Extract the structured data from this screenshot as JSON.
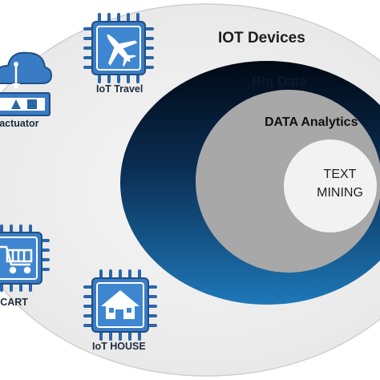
{
  "title": "IOT Devices",
  "rings": {
    "outer": "Big Data",
    "middle": "DATA Analytics",
    "inner_line1": "TEXT",
    "inner_line2": "MINING"
  },
  "devices": {
    "actuator": "IoT actuator",
    "travel": "IoT Travel",
    "cart": "IoT CART",
    "house": "IoT HOUSE"
  },
  "colors": {
    "chip_fill": "#3a7cc3",
    "chip_dark": "#1f4f86",
    "ring_outer": "#0a2a4a",
    "ring_middle": "#a9a9a9",
    "ring_inner": "#f2f2f2",
    "background_ellipse": "#eeeeee"
  }
}
